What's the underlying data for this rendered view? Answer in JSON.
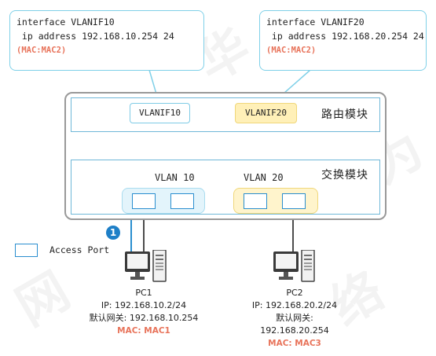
{
  "callout_left": {
    "line1": "interface VLANIF10",
    "line2": " ip address 192.168.10.254 24",
    "mac": "(MAC:MAC2)"
  },
  "callout_right": {
    "line1": "interface VLANIF20",
    "line2": " ip address 192.168.20.254 24",
    "mac": "(MAC:MAC2)"
  },
  "routing_module": {
    "label": "路由模块",
    "vlanif10": "VLANIF10",
    "vlanif20": "VLANIF20"
  },
  "switching_module": {
    "label": "交换模块",
    "vlan10": "VLAN 10",
    "vlan20": "VLAN 20"
  },
  "step_marker": "1",
  "legend": {
    "label": "Access Port"
  },
  "pc1": {
    "name": "PC1",
    "ip": "IP: 192.168.10.2/24",
    "gateway": "默认网关: 192.168.10.254",
    "mac": "MAC: MAC1"
  },
  "pc2": {
    "name": "PC2",
    "ip": "IP: 192.168.20.2/24",
    "gateway_label": "默认网关:",
    "gateway_value": "192.168.20.254",
    "mac": "MAC: MAC3"
  },
  "colors": {
    "vlan10_fill": "#e3f4fb",
    "vlan20_fill": "#fff4cc",
    "vlanif20_fill": "#fff0b8",
    "accent_blue": "#2a8ecf",
    "mac_red": "#e8735a"
  },
  "watermark": {
    "c1": "华",
    "c2": "为",
    "c3": "网",
    "c4": "络"
  }
}
